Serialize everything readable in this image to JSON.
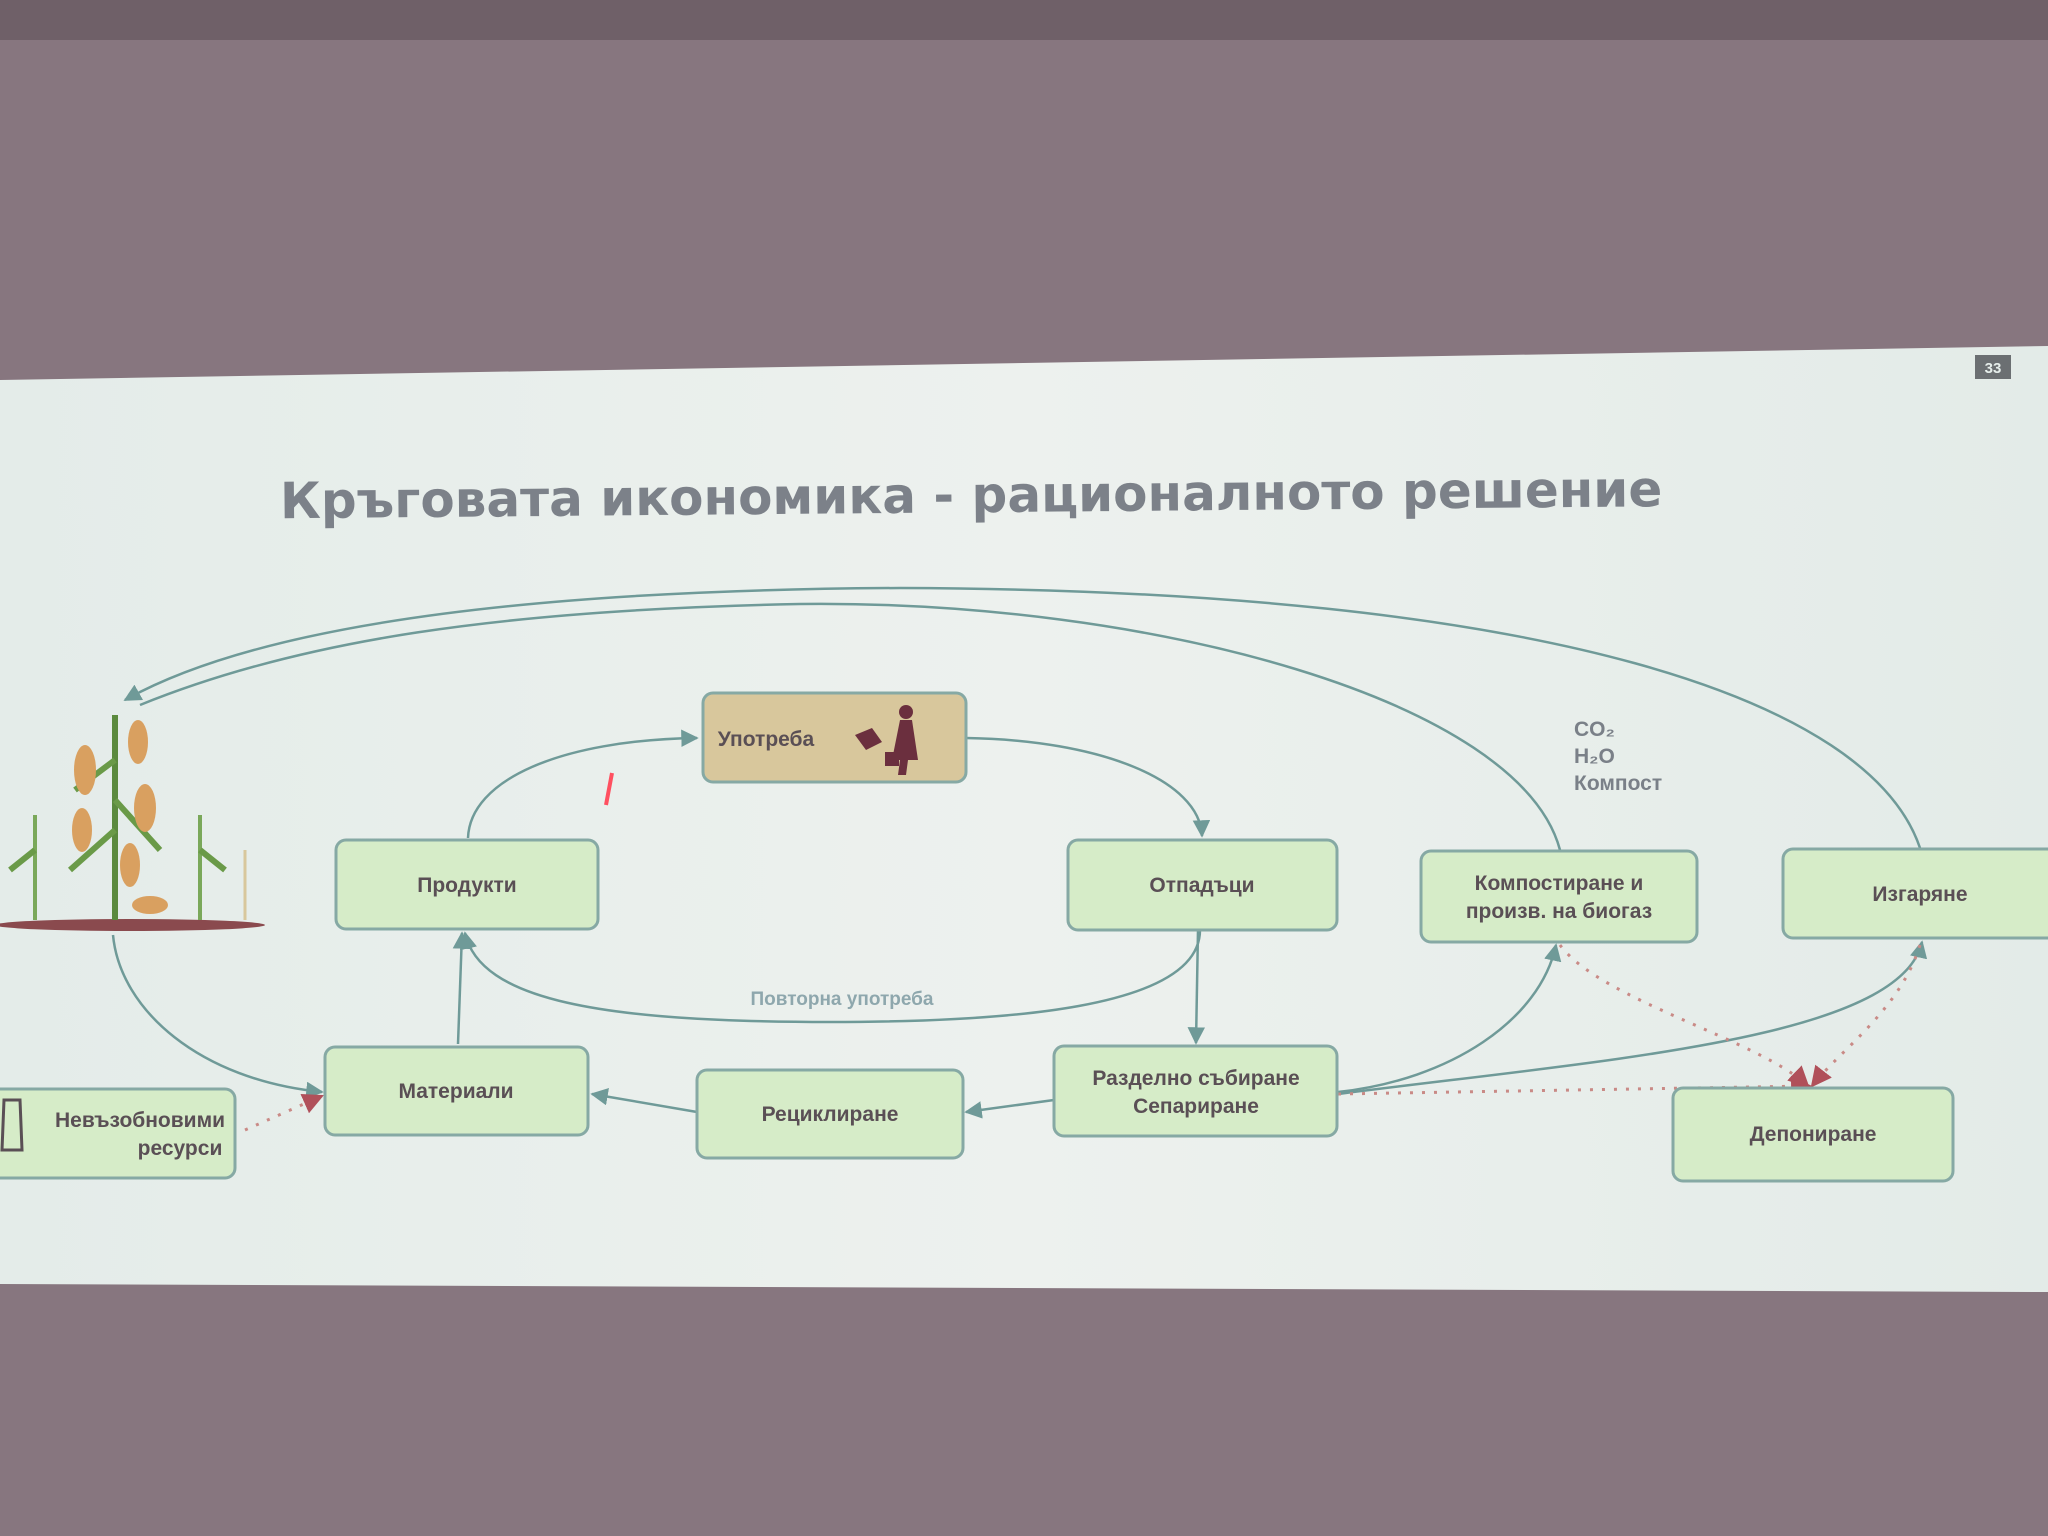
{
  "slide": {
    "title": "Кръговата икономика - рационалното решение",
    "page_badge": "33"
  },
  "nodes": {
    "use": "Употреба",
    "products": "Продукти",
    "waste": "Отпадъци",
    "compost_1": "Компостиране и",
    "compost_2": "произв. на биогаз",
    "incineration": "Изгаряне",
    "materials": "Материали",
    "recycling": "Рециклиране",
    "separate_1": "Разделно събиране",
    "separate_2": "Сепариране",
    "nonrenew_1": "Невъзобновими",
    "nonrenew_2": "ресурси",
    "landfill": "Депониране"
  },
  "labels": {
    "reuse": "Повторна употреба",
    "co2": "CO₂",
    "h2o": "H₂O",
    "compost": "Компост"
  },
  "colors": {
    "wall": "#87767f",
    "slide": "#e6eeeb",
    "box": "#d6ecc8",
    "use_box": "#d8c79c",
    "arrow": "#6f9a98",
    "dotted": "#c98a86"
  }
}
